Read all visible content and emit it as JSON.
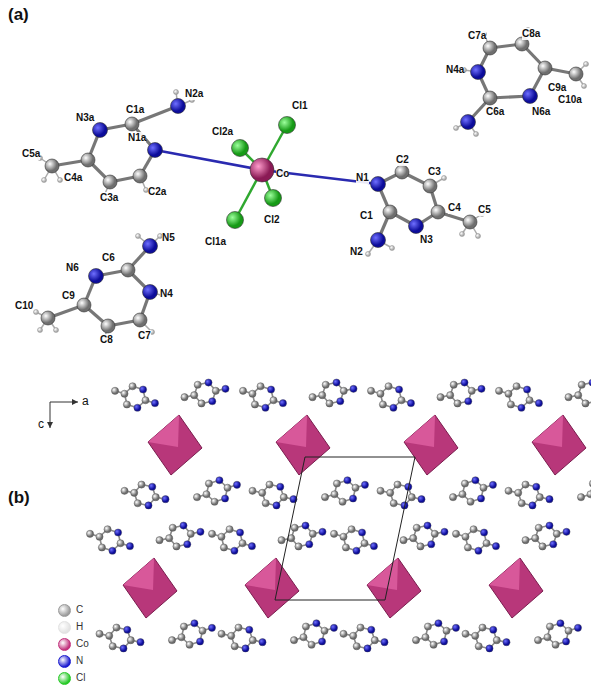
{
  "diagram": {
    "labels": [
      "(a)",
      "Cl1",
      "Cl2a",
      "C7a",
      "C8a",
      "N4a",
      "N3a",
      "C1a",
      "N2a",
      "C9a",
      "C10a",
      "C6a",
      "N6a",
      "C5a",
      "C4a",
      "N1a",
      "C2a",
      "Co",
      "N1",
      "C2",
      "C3",
      "C3a",
      "Cl2",
      "C4",
      "C5",
      "N6",
      "C6",
      "N5",
      "N4",
      "C1",
      "N3",
      "Cl1a",
      "N2",
      "C10",
      "C9",
      "C8",
      "C7",
      "(b)",
      "a",
      "c"
    ],
    "legend": [
      {
        "text": "C",
        "color": "#9a9a9a"
      },
      {
        "text": "H",
        "color": "#e2e2e2"
      },
      {
        "text": "Co",
        "color": "#c2317c"
      },
      {
        "text": "N",
        "color": "#1c1cd0"
      },
      {
        "text": "Cl",
        "color": "#27c927"
      }
    ]
  }
}
